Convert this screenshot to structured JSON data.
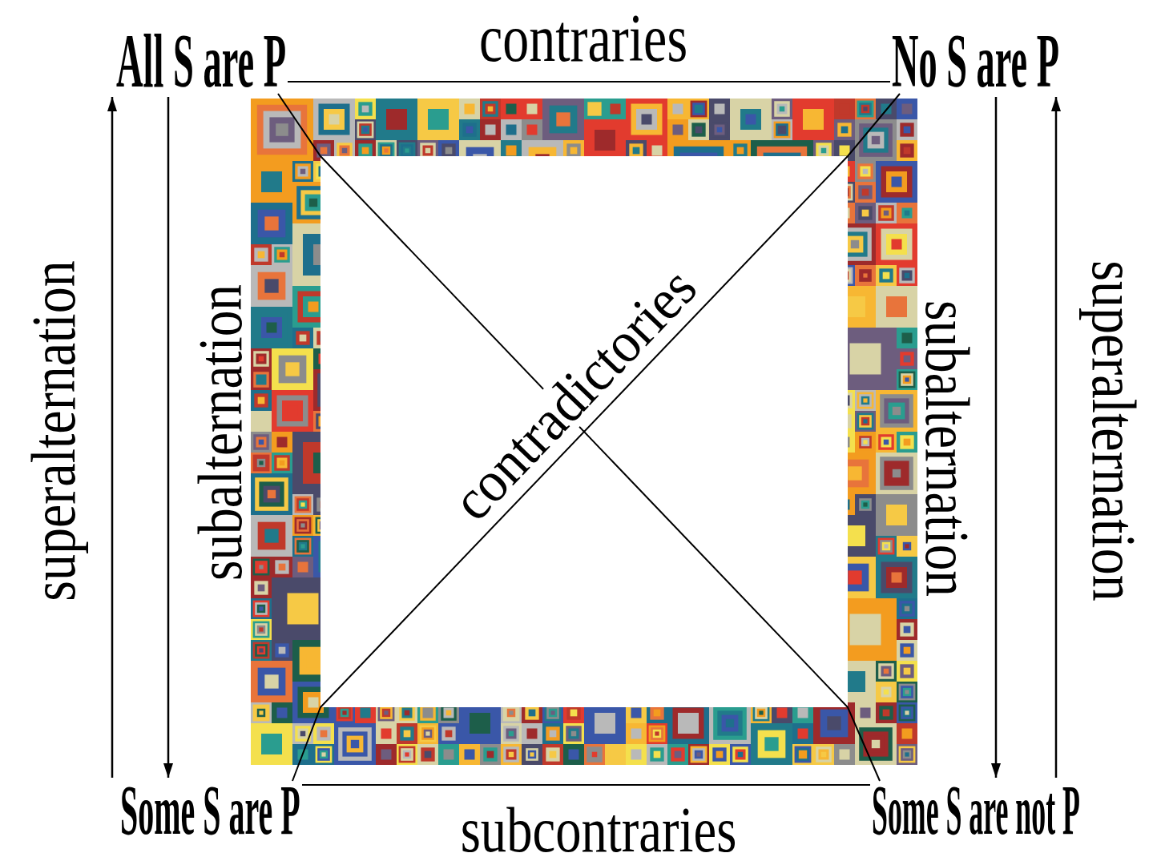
{
  "diagram": {
    "nodes": [
      {
        "text": [
          "All S are P"
        ]
      },
      {
        "text": [
          "No S are P"
        ]
      },
      {
        "text": [
          "Some S are P"
        ]
      },
      {
        "text": [
          "Some S are not P"
        ]
      }
    ],
    "edges": [
      {
        "from": 0,
        "to": 1,
        "arrow": "none",
        "label": "contraries"
      },
      {
        "from": 2,
        "to": 3,
        "arrow": "none",
        "label": "subcontraries"
      },
      {
        "from": 0,
        "to": 3,
        "arrow": "none"
      },
      {
        "from": 2,
        "to": 1,
        "arrow": "none",
        "label": "contradictories"
      },
      {
        "from": 2,
        "to": 0,
        "arrow": "to",
        "label": "superalternation"
      },
      {
        "from": 0,
        "to": 2,
        "arrow": "to",
        "label": "subalternation"
      },
      {
        "from": 1,
        "to": 3,
        "arrow": "to",
        "label": "subalternation"
      },
      {
        "from": 3,
        "to": 1,
        "arrow": "to",
        "label": "superalternation"
      }
    ]
  }
}
